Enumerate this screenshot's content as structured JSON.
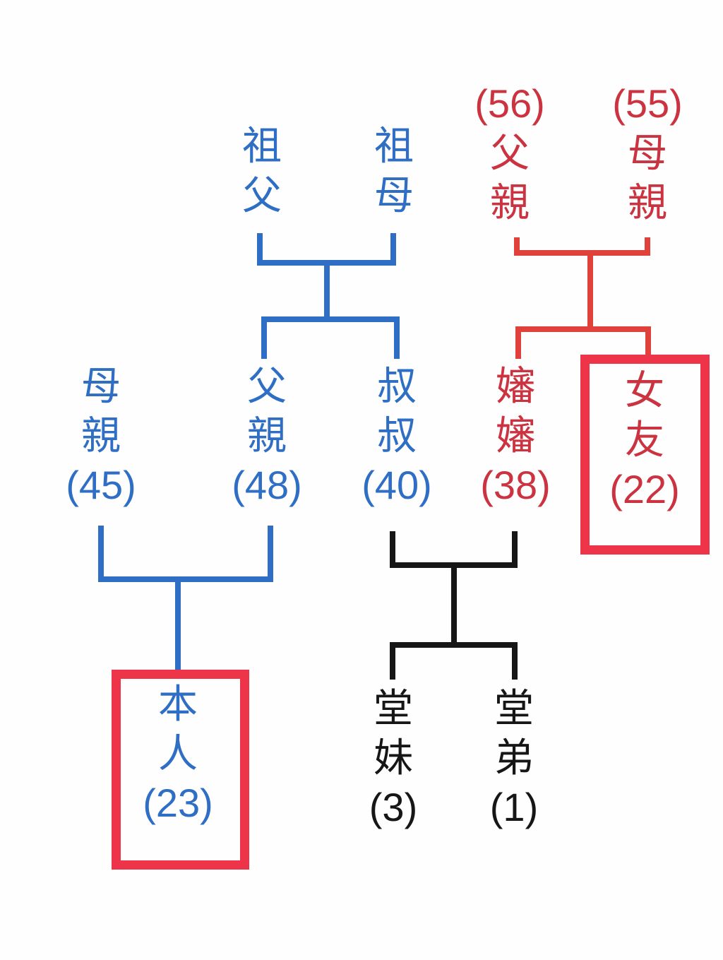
{
  "colors": {
    "blue": "#2e6ec4",
    "red_text": "#cb3340",
    "red_line": "#e0413a",
    "red_box": "#ee3448",
    "black": "#161616"
  },
  "nodes": {
    "grandfather": {
      "lines": [
        "祖",
        "父"
      ]
    },
    "grandmother": {
      "lines": [
        "祖",
        "母"
      ]
    },
    "girlfriend_father": {
      "lines": [
        "(56)",
        "父",
        "親"
      ]
    },
    "girlfriend_mother": {
      "lines": [
        "(55)",
        "母",
        "親"
      ]
    },
    "mother": {
      "lines": [
        "母",
        "親",
        "(45)"
      ]
    },
    "father": {
      "lines": [
        "父",
        "親",
        "(48)"
      ]
    },
    "uncle": {
      "lines": [
        "叔",
        "叔",
        "(40)"
      ]
    },
    "aunt": {
      "lines": [
        "嬸",
        "嬸",
        "(38)"
      ]
    },
    "girlfriend": {
      "lines": [
        "女",
        "友",
        "(22)"
      ]
    },
    "self": {
      "lines": [
        "本",
        "人",
        "(23)"
      ]
    },
    "cousin_younger_sister": {
      "lines": [
        "堂",
        "妹",
        "(3)"
      ]
    },
    "cousin_younger_brother": {
      "lines": [
        "堂",
        "弟",
        "(1)"
      ]
    }
  }
}
